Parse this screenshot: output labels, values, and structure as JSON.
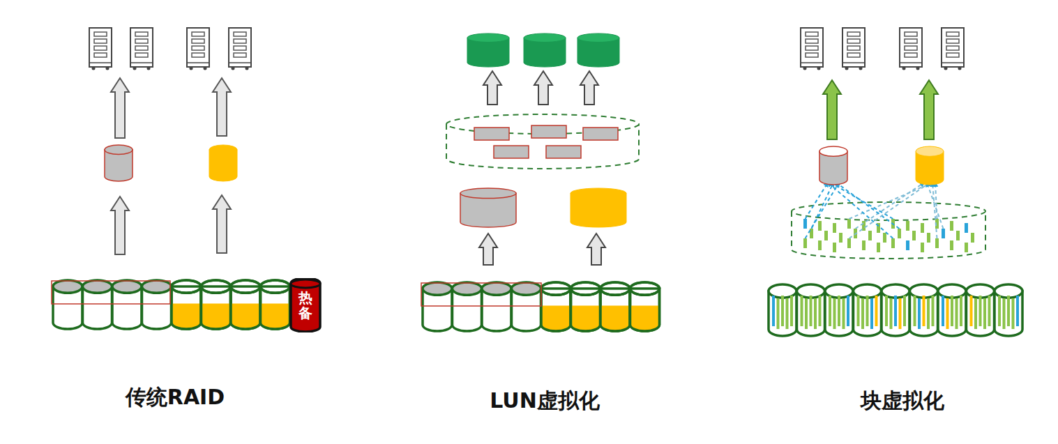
{
  "diagram": {
    "nodes": [
      {
        "text": [
          "热备"
        ]
      }
    ],
    "labels": [
      "传统RAID",
      "LUN虚拟化",
      "块虚拟化"
    ]
  }
}
